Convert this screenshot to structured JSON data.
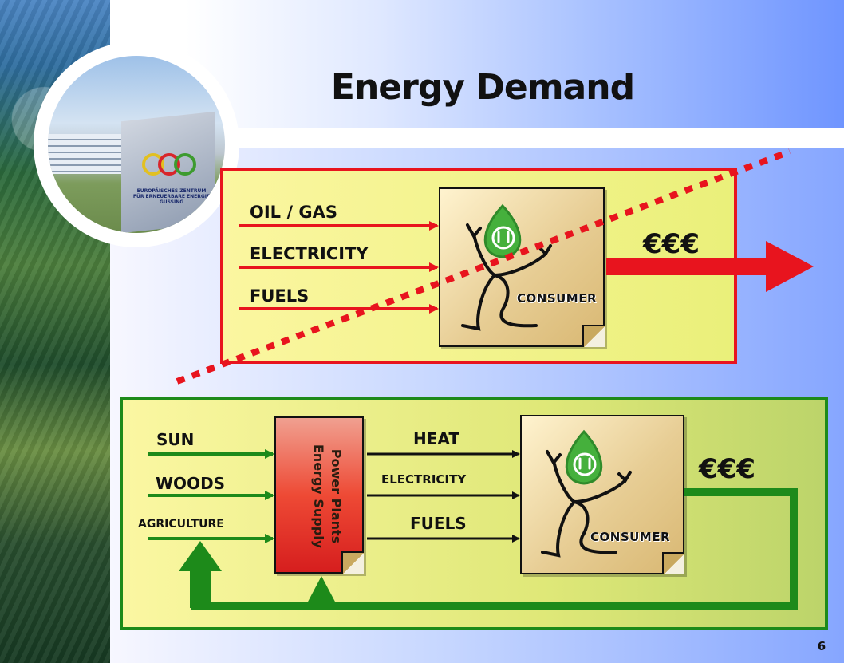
{
  "slide": {
    "title": "Energy Demand",
    "page_number": "6"
  },
  "logo": {
    "sign_text_line1": "EUROPÄISCHES ZENTRUM",
    "sign_text_line2": "FÜR ERNEUERBARE ENERGIE",
    "sign_text_line3": "GÜSSING"
  },
  "top_panel": {
    "inputs": [
      "OIL / GAS",
      "ELECTRICITY",
      "FUELS"
    ],
    "consumer_label": "CONSUMER",
    "money_label": "€€€",
    "colors": {
      "border": "#e8141e",
      "arrow": "#e8141e",
      "strike": "#e8141e"
    }
  },
  "bottom_panel": {
    "sources": [
      "SUN",
      "WOODS",
      "AGRICULTURE"
    ],
    "plants_line1": "Power Plants",
    "plants_line2": "Energy Supply",
    "outputs": [
      "HEAT",
      "ELECTRICITY",
      "FUELS"
    ],
    "consumer_label": "CONSUMER",
    "money_label": "€€€",
    "colors": {
      "border": "#1d8a1a",
      "arrow": "#1d8a1a",
      "loop": "#1d8a1a"
    }
  }
}
